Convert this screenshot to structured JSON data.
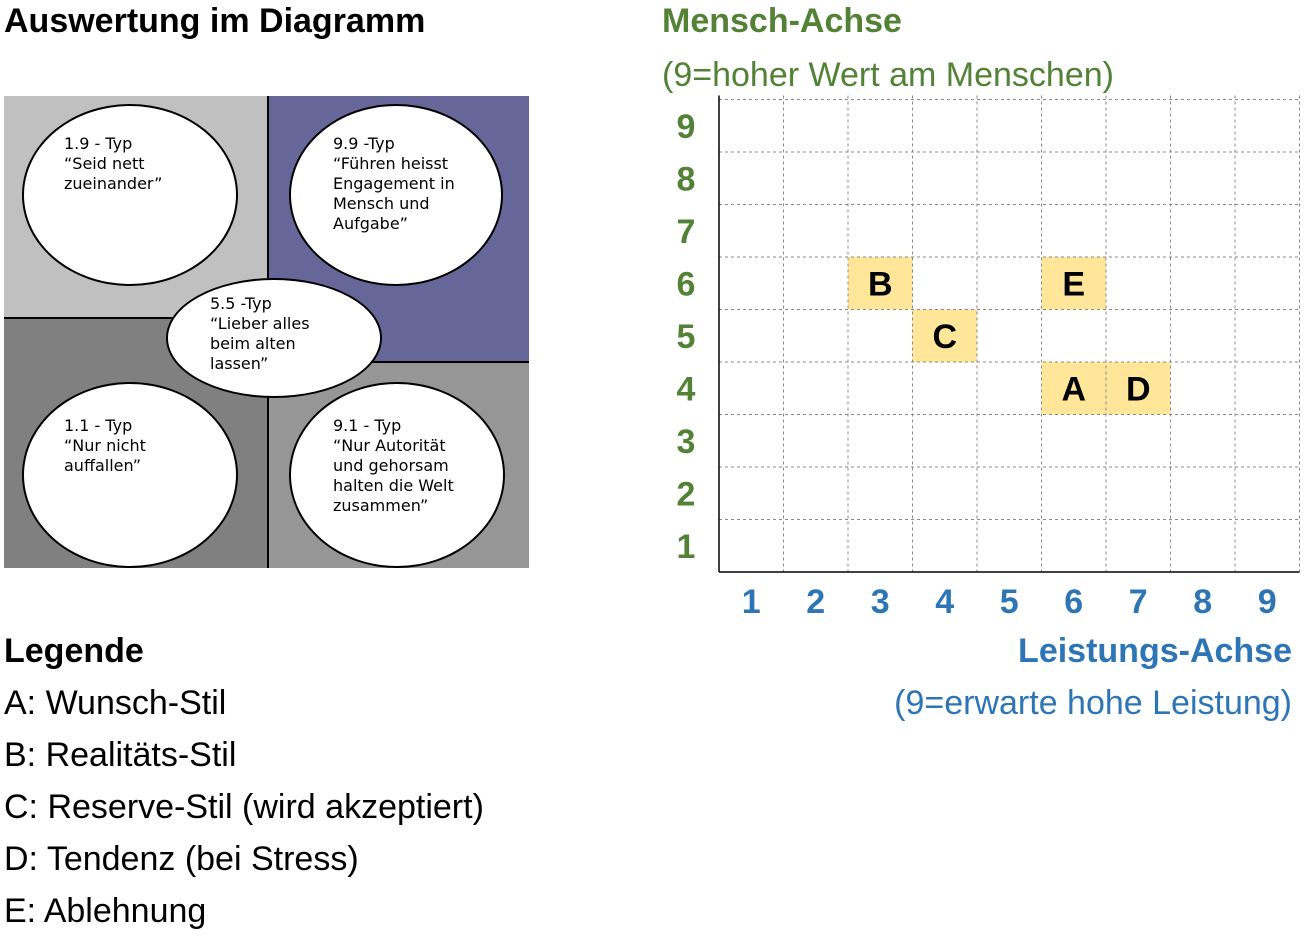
{
  "header": {
    "title": "Auswertung im Diagramm"
  },
  "quadrants": {
    "t19": {
      "title": "1.9 - Typ",
      "quote": "“Seid nett\nzueinander”"
    },
    "t99": {
      "title": "9.9 -Typ",
      "quote": "“Führen heisst\nEngagement in\nMensch und\nAufgabe”"
    },
    "t55": {
      "title": "5.5 -Typ",
      "quote": "“Lieber alles\nbeim alten\nlassen”"
    },
    "t11": {
      "title": "1.1 - Typ",
      "quote": "“Nur nicht\nauffallen”"
    },
    "t91": {
      "title": "9.1 - Typ",
      "quote": "“Nur Autorität\nund gehorsam\nhalten die Welt\nzusammen”"
    }
  },
  "legend": {
    "title": "Legende",
    "items": [
      "A: Wunsch-Stil",
      "B: Realitäts-Stil",
      "C: Reserve-Stil (wird akzeptiert)",
      "D: Tendenz (bei Stress)",
      "E: Ablehnung"
    ]
  },
  "axes": {
    "y_title": "Mensch-Achse",
    "y_subtitle": "(9=hoher Wert am Menschen)",
    "x_title": "Leistungs-Achse",
    "x_subtitle": "(9=erwarte hohe Leistung)"
  },
  "colors": {
    "y_axis": "#538135",
    "x_axis": "#2e75b6",
    "marker_fill": "#ffe699",
    "q_top_left": "#c0c0c0",
    "q_top_right": "#666699",
    "q_bottom_left": "#808080",
    "q_bottom_right": "#969696"
  },
  "chart_data": {
    "type": "scatter",
    "x_ticks": [
      "1",
      "2",
      "3",
      "4",
      "5",
      "6",
      "7",
      "8",
      "9"
    ],
    "y_ticks": [
      "1",
      "2",
      "3",
      "4",
      "5",
      "6",
      "7",
      "8",
      "9"
    ],
    "xlim": [
      1,
      9
    ],
    "ylim": [
      1,
      9
    ],
    "grid": true,
    "points": [
      {
        "label": "A",
        "x": 6,
        "y": 4
      },
      {
        "label": "B",
        "x": 3,
        "y": 6
      },
      {
        "label": "C",
        "x": 4,
        "y": 5
      },
      {
        "label": "D",
        "x": 7,
        "y": 4
      },
      {
        "label": "E",
        "x": 6,
        "y": 6
      }
    ]
  }
}
